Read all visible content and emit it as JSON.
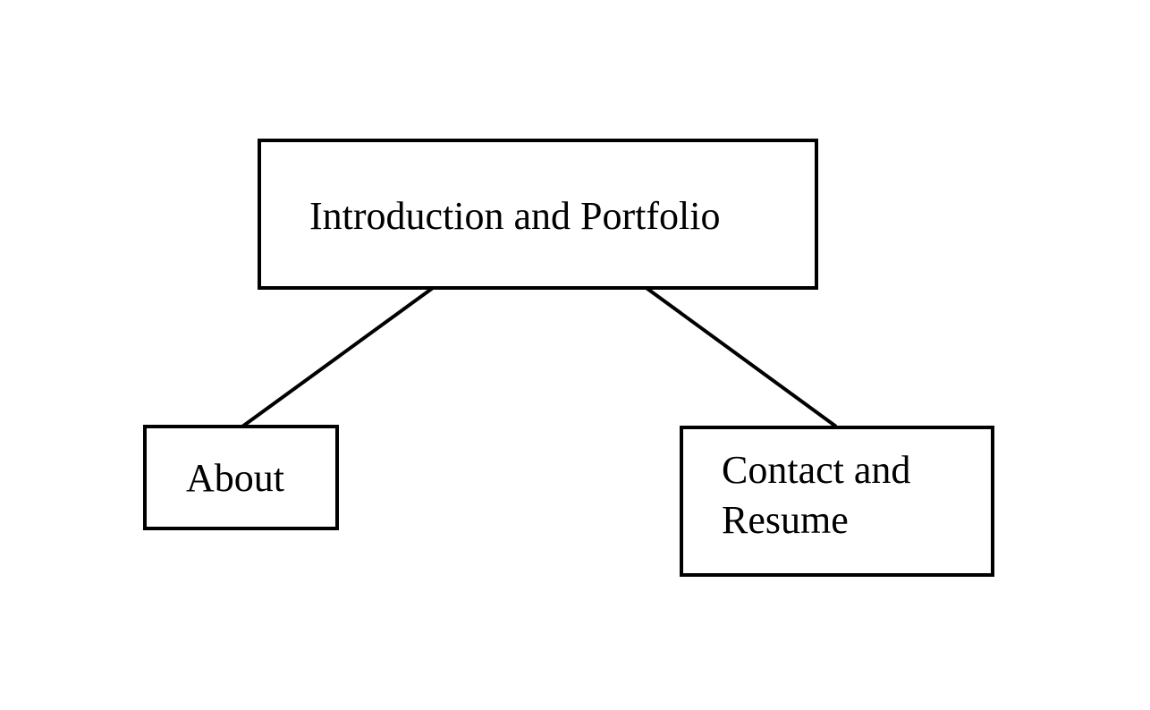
{
  "diagram": {
    "root": {
      "label": "Introduction and Portfolio"
    },
    "children": [
      {
        "label": "About"
      },
      {
        "label_lines": [
          "Contact and",
          "Resume"
        ]
      }
    ],
    "colors": {
      "stroke": "#000000",
      "background": "#ffffff",
      "text": "#000000"
    }
  }
}
